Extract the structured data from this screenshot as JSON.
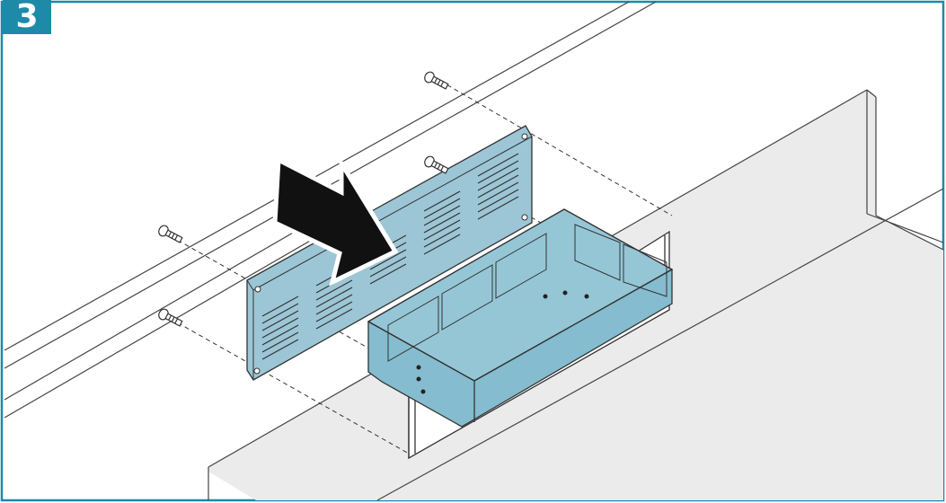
{
  "step": {
    "number": "3"
  },
  "colors": {
    "accent": "#1d8aa8",
    "grille": "#9cc6d6",
    "housing": "#85bccf",
    "wall_shade": "#ebebeb",
    "outline": "#333333",
    "arrow": "#111111"
  },
  "parts": [
    "arrow-icon",
    "vent-grille",
    "vent-housing",
    "screw-icon",
    "wall-opening"
  ]
}
